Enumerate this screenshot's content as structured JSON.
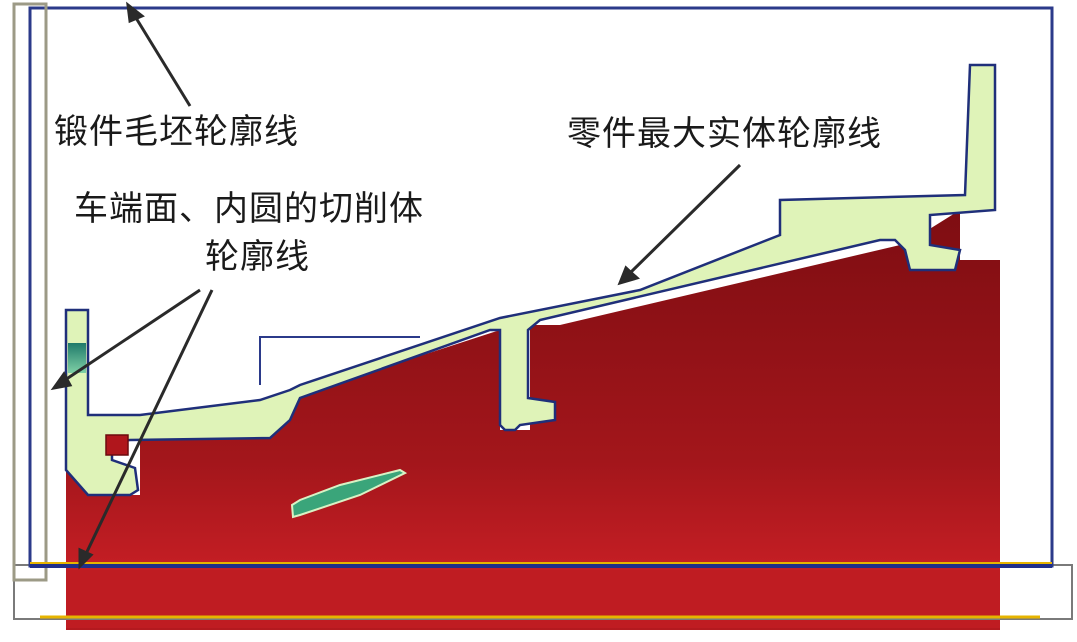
{
  "labels": {
    "forging_blank_outline": "锻件毛坯轮廓线",
    "part_max_solid_outline": "零件最大实体轮廓线",
    "cut_body_outline_line1": "车端面、内圆的切削体",
    "cut_body_outline_line2": "轮廓线"
  },
  "colors": {
    "forging_blank": "#2b3a8a",
    "part_fill": "#dff3b8",
    "part_edge": "#1f2f7a",
    "cut_body": "#9a1418",
    "cut_body_bright": "#c81c22",
    "side_frame": "#9c9a86",
    "yellow_line": "#e6b400",
    "teal_marks": "#2a8f7a"
  }
}
